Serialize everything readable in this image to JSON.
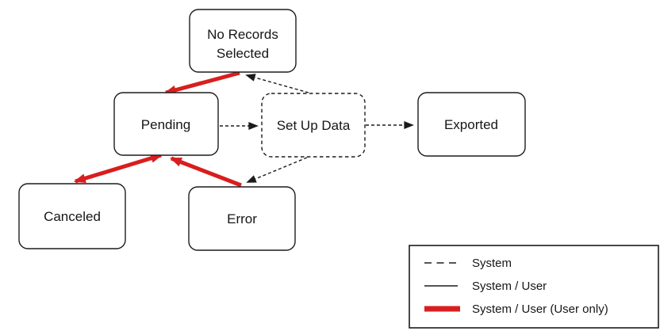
{
  "diagram": {
    "nodes": {
      "no_records_selected": {
        "lines": [
          "No Records",
          "Selected"
        ]
      },
      "pending": {
        "label": "Pending"
      },
      "set_up_data": {
        "label": "Set Up Data"
      },
      "exported": {
        "label": "Exported"
      },
      "canceled": {
        "label": "Canceled"
      },
      "error": {
        "label": "Error"
      }
    },
    "edges": [
      {
        "from": "no_records_selected",
        "to": "pending",
        "line": "thick-red"
      },
      {
        "from": "pending",
        "to": "canceled",
        "line": "thick-red",
        "bidirectional": true
      },
      {
        "from": "error",
        "to": "pending",
        "line": "thick-red"
      },
      {
        "from": "pending",
        "to": "set_up_data",
        "line": "dashed"
      },
      {
        "from": "set_up_data",
        "to": "exported",
        "line": "dashed"
      },
      {
        "from": "set_up_data",
        "to": "no_records_selected",
        "line": "dashed"
      },
      {
        "from": "set_up_data",
        "to": "error",
        "line": "dashed"
      }
    ],
    "legend": {
      "items": [
        {
          "style": "dashed",
          "label": "System"
        },
        {
          "style": "solid",
          "label": "System / User"
        },
        {
          "style": "thick-red",
          "label": "System / User (User only)"
        }
      ]
    },
    "colors": {
      "arrow_red": "#d81e1e",
      "line_black": "#1c1c1c",
      "background": "#ffffff"
    }
  }
}
